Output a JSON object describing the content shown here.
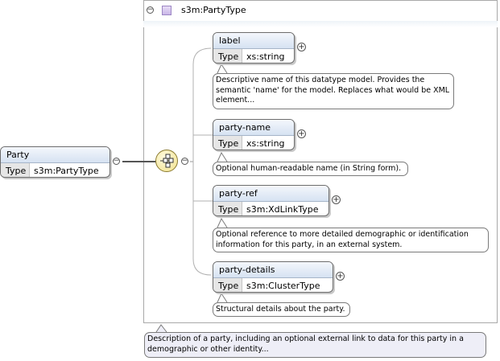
{
  "complex_type": {
    "name": "s3m:PartyType"
  },
  "root": {
    "name": "Party",
    "type_label": "Type",
    "type_value": "s3m:PartyType"
  },
  "children": [
    {
      "name": "label",
      "type_label": "Type",
      "type_value": "xs:string",
      "doc": "Descriptive name of this datatype model. Provides the semantic 'name' for the model. Replaces what would be XML element..."
    },
    {
      "name": "party-name",
      "type_label": "Type",
      "type_value": "xs:string",
      "doc": "Optional human-readable name (in String form)."
    },
    {
      "name": "party-ref",
      "type_label": "Type",
      "type_value": "s3m:XdLinkType",
      "doc": "Optional reference to more detailed demographic or identification information for this party, in an external system."
    },
    {
      "name": "party-details",
      "type_label": "Type",
      "type_value": "s3m:ClusterType",
      "doc": "Structural details about the party."
    }
  ],
  "root_doc": "Description of a party, including an optional external link to data for this party in a demographic or other identity...",
  "icons": {
    "collapse": "minus-circle-icon",
    "expand": "plus-circle-icon",
    "sequence": "sequence-compositor-icon",
    "complex_type": "complex-type-icon"
  }
}
